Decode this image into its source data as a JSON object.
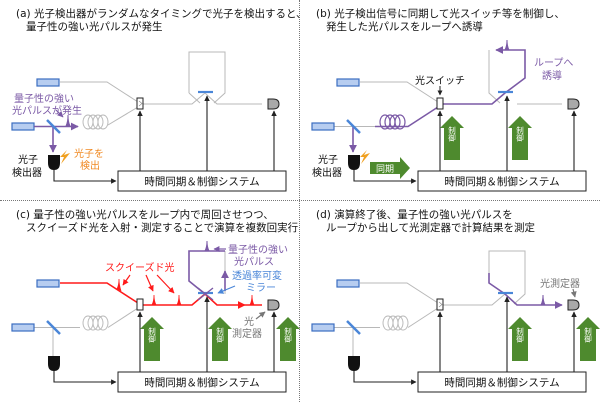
{
  "colors": {
    "quantum_pulse": "#7b5aa6",
    "squeezed_light": "#ff1a1a",
    "mirror": "#4a86d8",
    "detection": "#f08a24",
    "control_arrow": "#4e8a2e",
    "path_gray": "#b8b8b8",
    "detector_gray": "#a9a9a9"
  },
  "shared": {
    "system_box": "時間同期＆制御システム",
    "control_label": "制御"
  },
  "panels": {
    "a": {
      "caption_line1": "(a) 光子検出器がランダムなタイミングで光子を検出すると、",
      "caption_line2": "量子性の強い光パルスが発生",
      "label_pulse_1": "量子性の強い",
      "label_pulse_2": "光パルスが発生",
      "label_detect_1": "光子を",
      "label_detect_2": "検出",
      "label_detector_1": "光子",
      "label_detector_2": "検出器"
    },
    "b": {
      "caption_line1": "(b) 光子検出信号に同期して光スイッチ等を制御し、",
      "caption_line2": "発生した光パルスをループへ誘導",
      "label_switch": "光スイッチ",
      "label_loop_1": "ループへ",
      "label_loop_2": "誘導",
      "label_detector_1": "光子",
      "label_detector_2": "検出器",
      "label_sync": "同期"
    },
    "c": {
      "caption_line1": "(c) 量子性の強い光パルスをループ内で周回させつつ、",
      "caption_line2": "スクイーズド光を入射・測定することで演算を複数回実行",
      "label_squeezed": "スクイーズド光",
      "label_pulse_1": "量子性の強い",
      "label_pulse_2": "光パルス",
      "label_mirror_1": "透過率可変",
      "label_mirror_2": "ミラー",
      "label_meter_1": "光",
      "label_meter_2": "測定器"
    },
    "d": {
      "caption_line1": "(d) 演算終了後、量子性の強い光パルスを",
      "caption_line2": "ループから出して光測定器で計算結果を測定",
      "label_meter": "光測定器"
    }
  }
}
